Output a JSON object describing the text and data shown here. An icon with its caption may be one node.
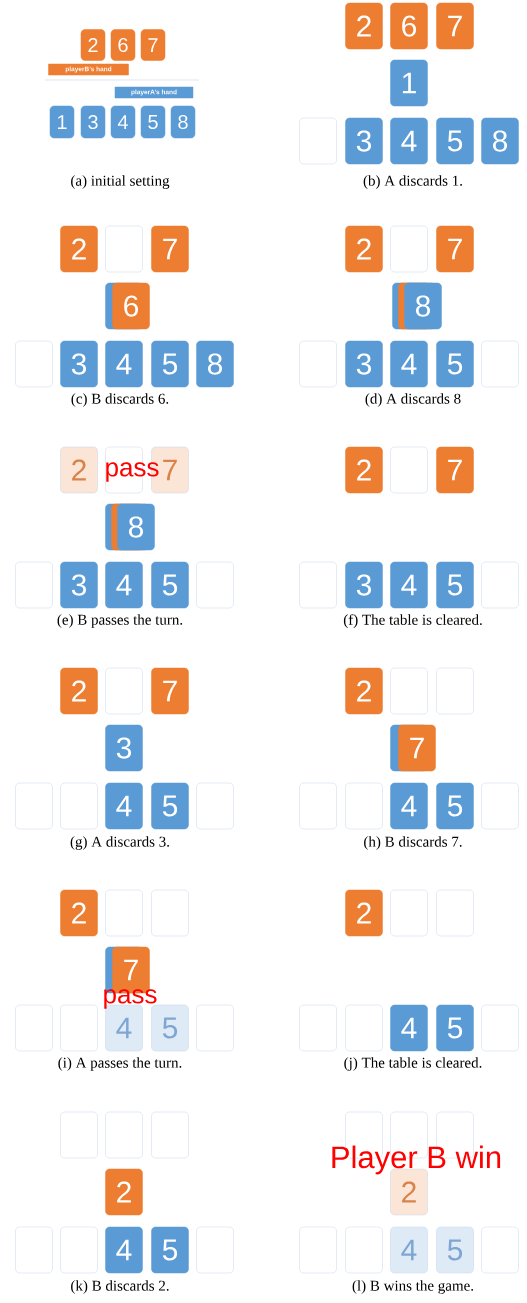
{
  "diagram": {
    "nodes": [
      {
        "text": [
          "2"
        ]
      },
      {
        "text": [
          "6"
        ]
      },
      {
        "text": [
          "7"
        ]
      },
      {
        "text": [
          "playerB’s hand"
        ]
      },
      {
        "text": [
          "playerA’s hand"
        ]
      },
      {
        "text": [
          "1"
        ]
      },
      {
        "text": [
          "3"
        ]
      },
      {
        "text": [
          "4"
        ]
      },
      {
        "text": [
          "5"
        ]
      },
      {
        "text": [
          "8"
        ]
      },
      {
        "text": [
          "2"
        ]
      },
      {
        "text": [
          "6"
        ]
      },
      {
        "text": [
          "7"
        ]
      },
      {
        "text": [
          "1"
        ]
      },
      {
        "text": [],
        "shape": "box"
      },
      {
        "text": [
          "3"
        ]
      },
      {
        "text": [
          "4"
        ]
      },
      {
        "text": [
          "5"
        ]
      },
      {
        "text": [
          "8"
        ]
      },
      {
        "text": [
          "2"
        ]
      },
      {
        "text": [],
        "shape": "box"
      },
      {
        "text": [
          "7"
        ]
      },
      {
        "text": [],
        "shape": "box"
      },
      {
        "text": [
          "6"
        ]
      },
      {
        "text": [],
        "shape": "box"
      },
      {
        "text": [
          "3"
        ]
      },
      {
        "text": [
          "4"
        ]
      },
      {
        "text": [
          "5"
        ]
      },
      {
        "text": [
          "8"
        ]
      },
      {
        "text": [
          "2"
        ]
      },
      {
        "text": [],
        "shape": "box"
      },
      {
        "text": [
          "7"
        ]
      },
      {
        "text": [],
        "shape": "box"
      },
      {
        "text": [],
        "shape": "box"
      },
      {
        "text": [
          "8"
        ]
      },
      {
        "text": [],
        "shape": "box"
      },
      {
        "text": [
          "3"
        ]
      },
      {
        "text": [
          "4"
        ]
      },
      {
        "text": [
          "5"
        ]
      },
      {
        "text": [],
        "shape": "box"
      },
      {
        "text": [
          "2"
        ]
      },
      {
        "text": [],
        "shape": "box"
      },
      {
        "text": [
          "7"
        ]
      },
      {
        "text": [],
        "shape": "box"
      },
      {
        "text": [],
        "shape": "box"
      },
      {
        "text": [
          "8"
        ]
      },
      {
        "text": [],
        "shape": "box"
      },
      {
        "text": [
          "3"
        ]
      },
      {
        "text": [
          "4"
        ]
      },
      {
        "text": [
          "5"
        ]
      },
      {
        "text": [],
        "shape": "box"
      },
      {
        "text": [
          "2"
        ]
      },
      {
        "text": [],
        "shape": "box"
      },
      {
        "text": [
          "7"
        ]
      },
      {
        "text": [],
        "shape": "box"
      },
      {
        "text": [
          "3"
        ]
      },
      {
        "text": [
          "4"
        ]
      },
      {
        "text": [
          "5"
        ]
      },
      {
        "text": [],
        "shape": "box"
      },
      {
        "text": [
          "2"
        ]
      },
      {
        "text": [],
        "shape": "box"
      },
      {
        "text": [
          "7"
        ]
      },
      {
        "text": [
          "3"
        ]
      },
      {
        "text": [],
        "shape": "box"
      },
      {
        "text": [],
        "shape": "box"
      },
      {
        "text": [
          "4"
        ]
      },
      {
        "text": [
          "5"
        ]
      },
      {
        "text": [],
        "shape": "box"
      },
      {
        "text": [
          "2"
        ]
      },
      {
        "text": [],
        "shape": "box"
      },
      {
        "text": [],
        "shape": "box"
      },
      {
        "text": [],
        "shape": "box"
      },
      {
        "text": [
          "7"
        ]
      },
      {
        "text": [],
        "shape": "box"
      },
      {
        "text": [],
        "shape": "box"
      },
      {
        "text": [
          "4"
        ]
      },
      {
        "text": [
          "5"
        ]
      },
      {
        "text": [],
        "shape": "box"
      },
      {
        "text": [
          "2"
        ]
      },
      {
        "text": [],
        "shape": "box"
      },
      {
        "text": [],
        "shape": "box"
      },
      {
        "text": [],
        "shape": "box"
      },
      {
        "text": [
          "7"
        ]
      },
      {
        "text": [],
        "shape": "box"
      },
      {
        "text": [],
        "shape": "box"
      },
      {
        "text": [
          "4"
        ]
      },
      {
        "text": [
          "5"
        ]
      },
      {
        "text": [],
        "shape": "box"
      },
      {
        "text": [
          "2"
        ]
      },
      {
        "text": [],
        "shape": "box"
      },
      {
        "text": [],
        "shape": "box"
      },
      {
        "text": [],
        "shape": "box"
      },
      {
        "text": [],
        "shape": "box"
      },
      {
        "text": [
          "4"
        ]
      },
      {
        "text": [
          "5"
        ]
      },
      {
        "text": [],
        "shape": "box"
      },
      {
        "text": [],
        "shape": "box"
      },
      {
        "text": [],
        "shape": "box"
      },
      {
        "text": [],
        "shape": "box"
      },
      {
        "text": [
          "2"
        ]
      },
      {
        "text": [],
        "shape": "box"
      },
      {
        "text": [],
        "shape": "box"
      },
      {
        "text": [
          "4"
        ]
      },
      {
        "text": [
          "5"
        ]
      },
      {
        "text": [],
        "shape": "box"
      },
      {
        "text": [],
        "shape": "box"
      },
      {
        "text": [],
        "shape": "box"
      },
      {
        "text": [],
        "shape": "box"
      },
      {
        "text": [
          "2"
        ]
      },
      {
        "text": [],
        "shape": "box"
      },
      {
        "text": [],
        "shape": "box"
      },
      {
        "text": [
          "4"
        ]
      },
      {
        "text": [
          "5"
        ]
      },
      {
        "text": [],
        "shape": "box"
      }
    ],
    "labels": [
      "(a) initial setting",
      "(b) A discards 1.",
      "(c) B discards 6.",
      "(d) A discards 8",
      "pass",
      "(e) B passes the turn.",
      "(f) The table is cleared.",
      "(g) A discards 3.",
      "(h) B discards 7.",
      "pass",
      "(i) A passes the turn.",
      "(j) The table is cleared.",
      "Player B win",
      "(k) B discards 2.",
      "(l) B wins the game."
    ]
  }
}
